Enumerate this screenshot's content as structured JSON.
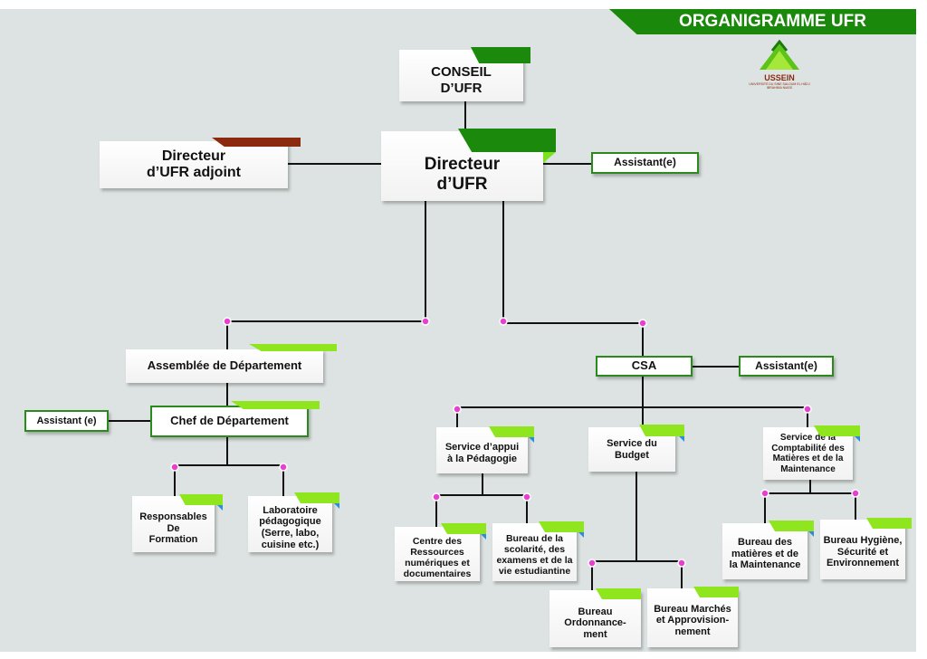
{
  "header": {
    "title": "ORGANIGRAMME UFR",
    "logo": {
      "name": "USSEIN",
      "subtitle": "UNIVERSITÉ DU SINE SALOUM EL HÂDJ IBRAHIMA NIASS"
    }
  },
  "colors": {
    "background": "#dde3e2",
    "brand_green": "#1b8a0c",
    "lime": "#8fe61e",
    "brown": "#8b2a0e",
    "connector_dot": "#e83fd0"
  },
  "nodes": {
    "conseil": "CONSEIL\nD’UFR",
    "directeur": "Directeur\nd’UFR",
    "adjoint": "Directeur\nd’UFR adjoint",
    "assistant_directeur": "Assistant(e)",
    "assemblee": "Assemblée de Département",
    "chef": "Chef de Département",
    "assistant_chef": "Assistant (e)",
    "responsables": "Responsables\nDe\nFormation",
    "laboratoire": "Laboratoire\npédagogique\n(Serre, labo,\ncuisine etc.)",
    "csa": "CSA",
    "assistant_csa": "Assistant(e)",
    "service_appui": "Service d’appui\nà la Pédagogie",
    "service_budget": "Service du\nBudget",
    "service_compta": "Service de la\nComptabilité des\nMatières et de la\nMaintenance",
    "centre_ressources": "Centre des\nRessources\nnumériques et\ndocumentaires",
    "bureau_scolarite": "Bureau de la\nscolarité, des\nexamens et de la\nvie estudiantine",
    "bureau_ordonnancement": "Bureau\nOrdonnance-\nment",
    "bureau_marches": "Bureau Marchés\net Approvision-\nnement",
    "bureau_matieres": "Bureau des\nmatières et de\nla Maintenance",
    "bureau_hygiene": "Bureau Hygiène,\nSécurité et\nEnvironnement"
  }
}
